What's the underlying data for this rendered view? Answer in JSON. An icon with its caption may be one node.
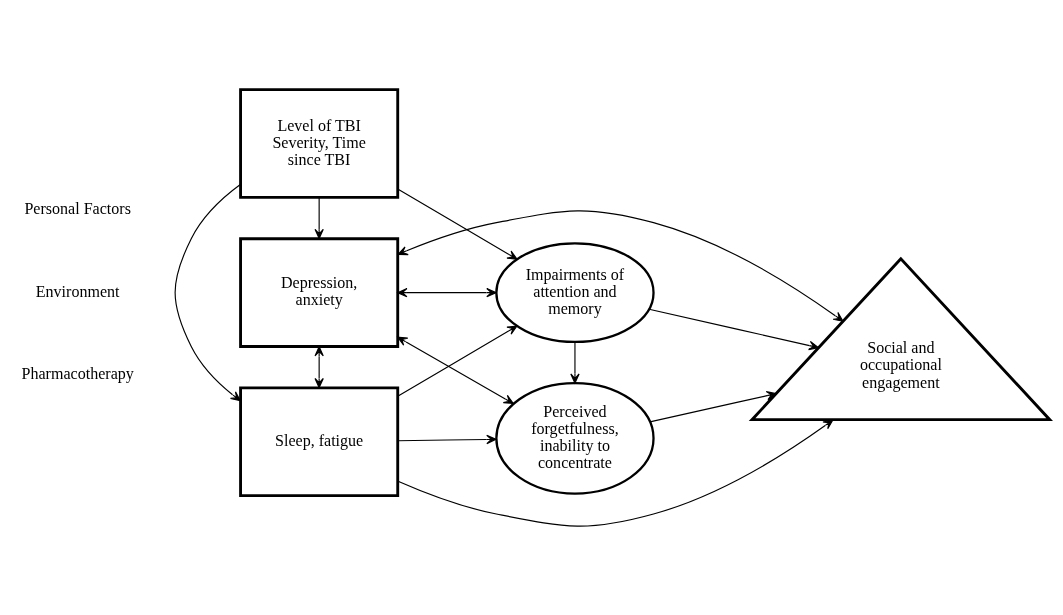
{
  "diagram": {
    "nodes": [
      {
        "text": [
          "Level of TBI Severity, Time since TBI"
        ]
      },
      {
        "text": [
          "Depression, anxiety"
        ]
      },
      {
        "text": [
          "Sleep, fatigue"
        ]
      },
      {
        "text": [
          "Impairments of attention and memory"
        ]
      },
      {
        "text": [
          "Perceived forgetfulness, inability to concentrate"
        ]
      },
      {
        "text": [
          "Social and occupational engagement"
        ]
      }
    ],
    "edges": [
      {
        "from": 0,
        "to": 3,
        "arrow": "to"
      },
      {
        "from": 0,
        "to": 1,
        "arrow": "to"
      },
      {
        "from": 0,
        "to": 2,
        "arrow": "to"
      },
      {
        "from": 3,
        "to": 1,
        "arrow": "both"
      },
      {
        "from": 3,
        "to": 4,
        "arrow": "to"
      },
      {
        "from": 3,
        "to": 5,
        "arrow": "to"
      },
      {
        "from": 1,
        "to": 4,
        "arrow": "both"
      },
      {
        "from": 1,
        "to": 2,
        "arrow": "both"
      },
      {
        "from": 1,
        "to": 5,
        "arrow": "both"
      },
      {
        "from": 2,
        "to": 3,
        "arrow": "to"
      },
      {
        "from": 2,
        "to": 4,
        "arrow": "to"
      },
      {
        "from": 4,
        "to": 5,
        "arrow": "to"
      },
      {
        "from": 2,
        "to": 5,
        "arrow": "to"
      }
    ],
    "labels": [
      "Personal Factors",
      "Environment",
      "Pharmacotherapy"
    ]
  }
}
